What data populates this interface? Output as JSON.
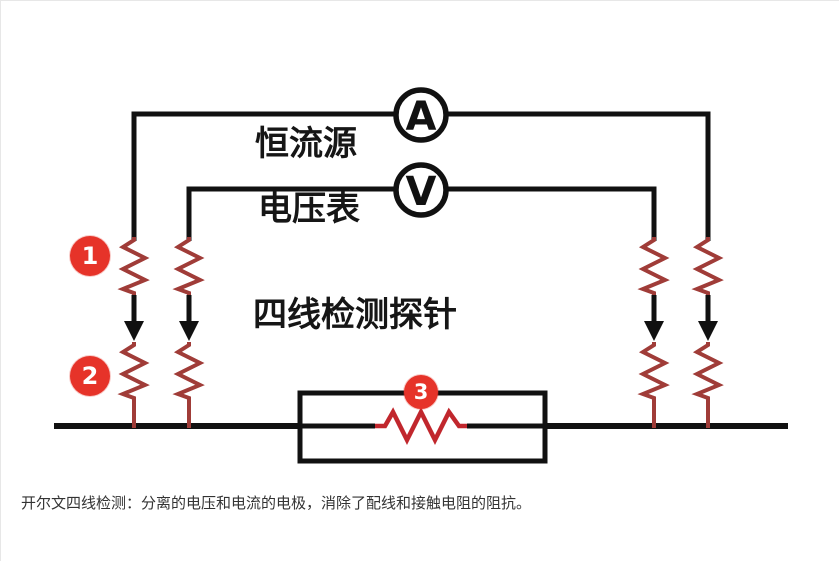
{
  "diagram": {
    "ammeter": {
      "letter": "A"
    },
    "voltmeter": {
      "letter": "V"
    },
    "labels": {
      "current_source": "恒流源",
      "voltmeter": "电压表",
      "probe": "四线检测探针"
    },
    "badges": [
      {
        "number": "1"
      },
      {
        "number": "2"
      },
      {
        "number": "3"
      }
    ]
  },
  "caption": {
    "text": "开尔文四线检测：分离的电压和电流的电极，消除了配线和接触电阻的阻抗。"
  },
  "colors": {
    "wire": "#111111",
    "resistor": "#a03c38",
    "resistor-bright": "#c1272d",
    "badge": "#e63329",
    "caption": "#333333",
    "border": "#e7e7e7",
    "bg": "#ffffff"
  }
}
